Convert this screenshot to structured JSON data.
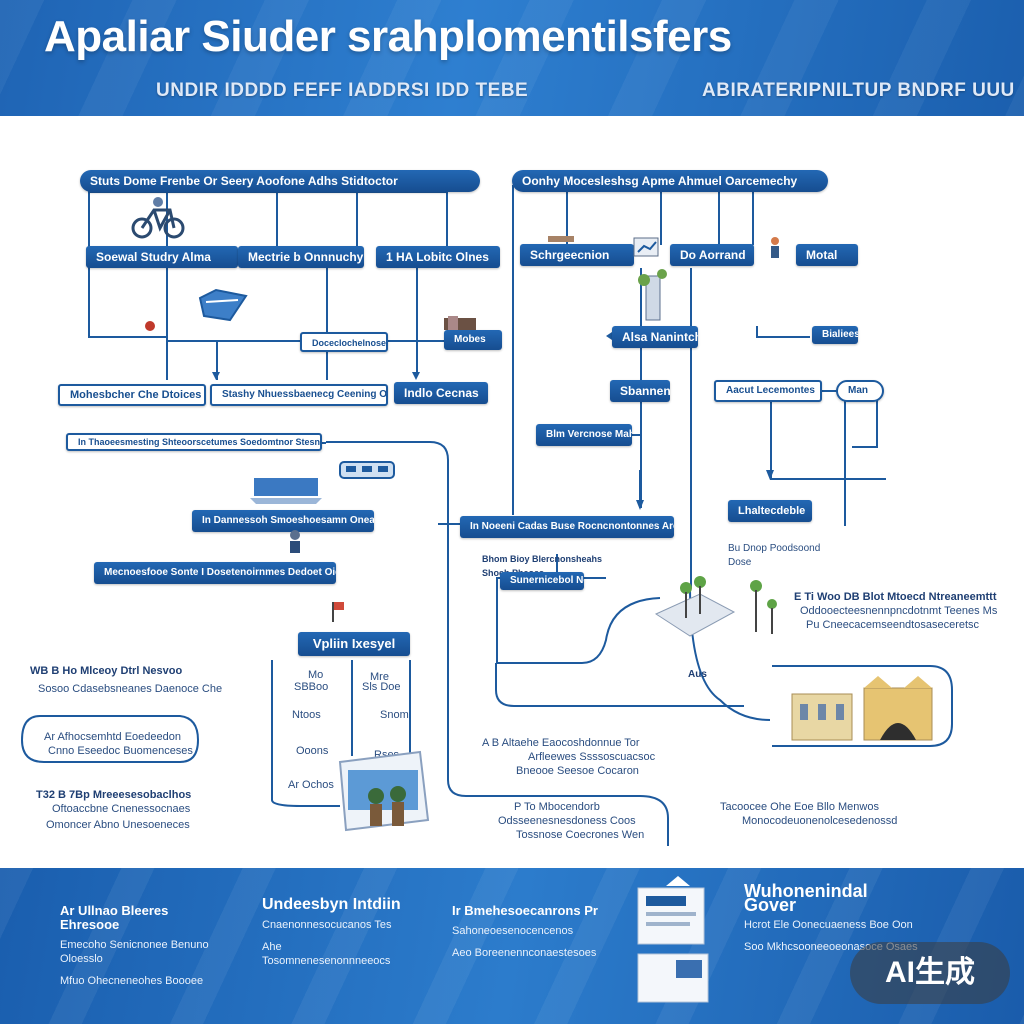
{
  "header": {
    "title": "Apaliar Siuder srahplomentilsfers",
    "subtitle_left": "UNDIR IDDDD FEFF IADDRSI  IDD  TEBE",
    "subtitle_right": "ABIRATERIPNILTUP BNDRF UUU"
  },
  "diagram": {
    "left_tree": {
      "root": "Stuts Dome Frenbe Or Seery Aoofone Adhs Stidtoctor",
      "level1": [
        "Soewal Studry Alma",
        "Mectrie b Onnnuchy",
        "1 HA Lobitc Olnes"
      ],
      "small_node": "Doceclochelnoses",
      "side_node": "Mobes",
      "level2": [
        "Mohesbcher Che Dtoices",
        "Stashy Nhuessbaenecg Ceening Occts",
        "Indlo Cecnas"
      ]
    },
    "right_tree": {
      "root": "Oonhy Mocesleshsg Apme Ahmuel Oarcemechy",
      "level1": [
        "Schrgeecnion",
        "Do Aorrand",
        "Motal"
      ],
      "mid_node": "Alsa Nanintch",
      "arrow_node": "Bialiees",
      "level2": [
        "Sbannen",
        "Aacut Lecemontes",
        "Man"
      ],
      "level3": "Blm Vercnose Maher"
    },
    "mid_flow": {
      "long_bar": "In Thaoeesmesting Shteoorscetumes Soedomtnor Stesnsnlog",
      "bar2": "In Dannessoh Smoeshoesamn Oneas",
      "bar3": "Mecnoesfooe Sonte I Dosetenoirnmes Dedoet Oiedt",
      "right_bar": "In Noeeni Cadas Buse Rocncnontonnes Areel",
      "right_node": "Lhaltecdeble",
      "right_node_note": "Bu Dnop Poodsoond Dose",
      "mid_caption": "Bhom Bioy Blercnonsheahs Shoeb Pbeoes",
      "mid_bar": "Sunernicebol Neosdos",
      "hub": "Vpliin Ixesyel",
      "hub_items": [
        {
          "left": "Mo",
          "right": "Mre"
        },
        {
          "left": "SBBoo",
          "right": "Sls Doe"
        },
        {
          "left": "Ntoos",
          "right": "Snom"
        },
        {
          "left": "Ooons",
          "right": "Rses"
        },
        {
          "left": "Ar Ochos",
          "right": ""
        }
      ]
    },
    "notes": {
      "left_1": [
        "WB B Ho Mlceoy Dtrl Nesvoo",
        "Sosoo Cdasebsneanes Daenoce Che"
      ],
      "left_2": [
        "Ar Afhocsemhtd Eoedeedon",
        "Cnno Eseedoc Buomenceses"
      ],
      "left_3": [
        "T32 B 7Bp Mreeesesobaclhos",
        "Oftoaccbne Cnenessocnaes",
        "Omoncer Abno Unesoeneces"
      ],
      "center_1": [
        "A B Altaehe Eaocoshdonnue Tor",
        "Arfleewes Ssssoscuacsoc",
        "Bneooe Seesoe Cocaron"
      ],
      "center_2": [
        "P To Mbocendorb",
        "Odsseenesnesdoness Coos",
        "Tossnose Coecrones Wen"
      ],
      "right_1": [
        "E Ti Woo DB Blot Mtoecd Ntreaneemttt",
        "Oddooecteesnennpncdotnmt Teenes Ms",
        "Pu Cneecacemseendtosaseceretsc"
      ],
      "right_2": [
        "Tacoocee Ohe Eoe Bllo Menwos",
        "Monocodeuonenolcesedenossd"
      ],
      "right_label": "Aus"
    }
  },
  "footer": {
    "col1": {
      "head": "Ar Ullnao Bleeres Ehresooe",
      "body1": "Emecoho Senicnonee Benuno Oloesslo",
      "body2": "Mfuo Ohecneneohes Boooee"
    },
    "col2": {
      "head": "Undeesbyn Intdiin",
      "body1": "Cnaenonnesocucanos Tes",
      "body2": "Ahe Tosomnenesenonnneeocs"
    },
    "col3": {
      "head": "Ir Bmehesoecanrons Pr",
      "body1": "Sahoneoesenocencenos",
      "body2": "Aeo Boreenennconaestesoes"
    },
    "col4": {
      "head": "Wuhonenindal Gover",
      "body1": "Hcrot Ele Oonecuaeness Boe Oon",
      "body2": "Soo Mkhcsooneeoeonasoce Osaes"
    }
  },
  "watermark": "AI生成",
  "colors": {
    "primary": "#1d5a9e",
    "banner": "#2e7fd0",
    "background": "#ffffff"
  }
}
